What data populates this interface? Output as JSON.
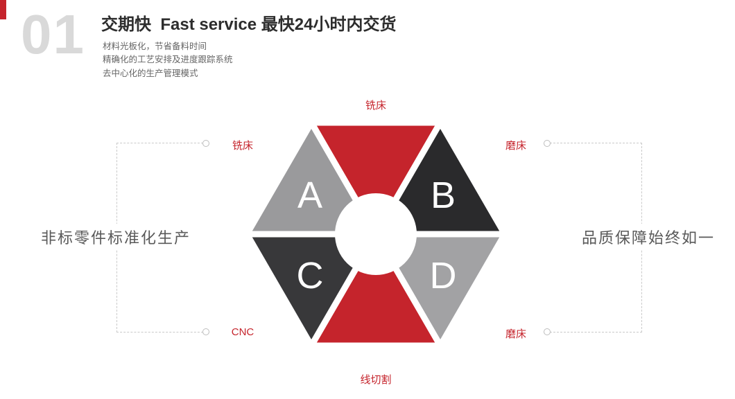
{
  "colors": {
    "red": "#c5242c",
    "dark_b": "#2a2a2c",
    "dark_c": "#38383a",
    "gray_a": "#9a9a9c",
    "gray_d": "#a2a2a4",
    "white": "#ffffff",
    "number_gray": "#d9d9d9",
    "dash_gray": "#c9c9c9",
    "title_dark": "#2d2d2d",
    "bullet_gray": "#666666",
    "side_gray": "#595959"
  },
  "header": {
    "index_number": "01",
    "title": "交期快  Fast service 最快24小时内交货",
    "bullets": [
      "材料光板化，节省备料时间",
      "精确化的工艺安排及进度跟踪系统",
      "去中心化的生产管理模式"
    ]
  },
  "hexagon": {
    "letters": {
      "a": "A",
      "b": "B",
      "c": "C",
      "d": "D"
    },
    "labels": {
      "top": "铣床",
      "upper_left": "铣床",
      "upper_right": "磨床",
      "lower_left": "CNC",
      "lower_right": "磨床",
      "bottom": "线切割"
    }
  },
  "sides": {
    "left": "非标零件标准化生产",
    "right": "品质保障始终如一"
  }
}
